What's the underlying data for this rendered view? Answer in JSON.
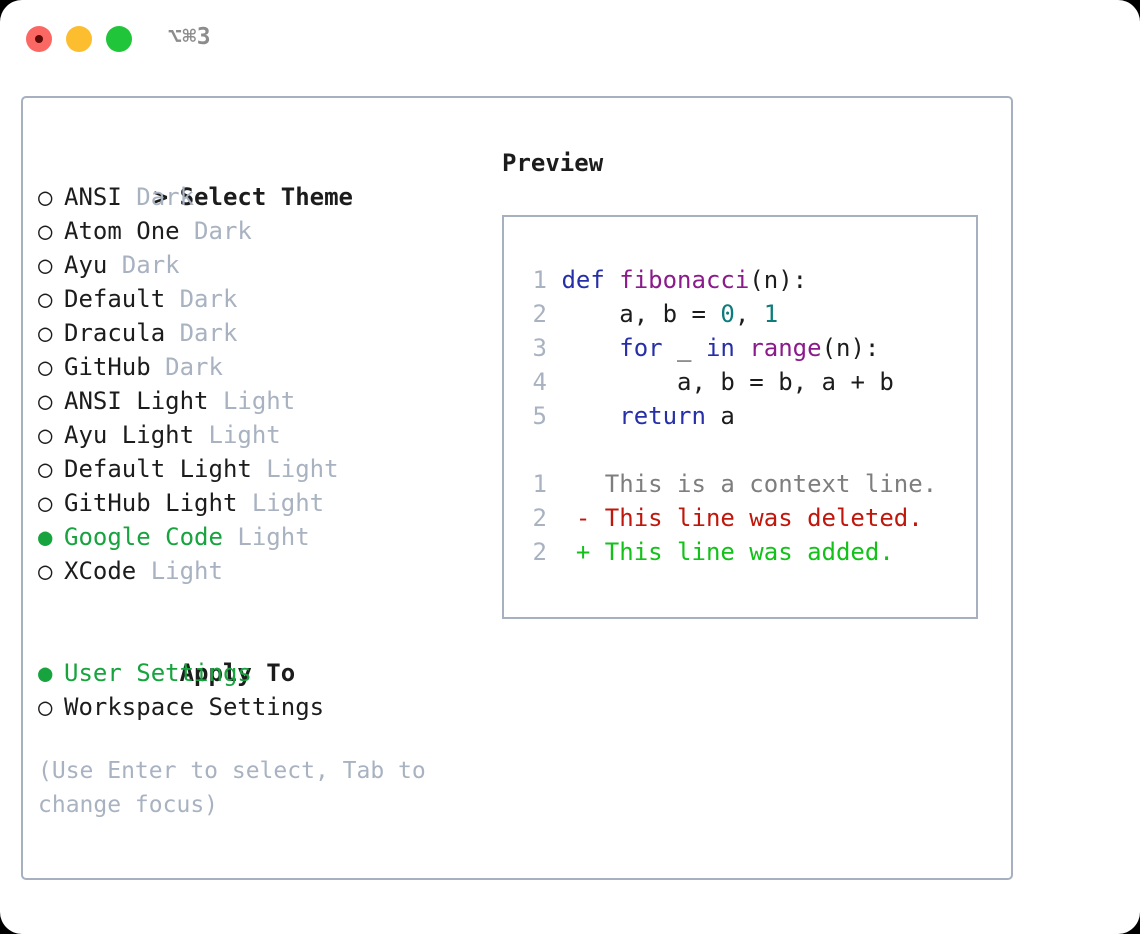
{
  "window": {
    "title": "⌥⌘3",
    "traffic_lights": [
      {
        "name": "close-button",
        "color": "#fb6762"
      },
      {
        "name": "minimize-button",
        "color": "#fcbd2e"
      },
      {
        "name": "maximize-button",
        "color": "#21c53a"
      }
    ]
  },
  "colors": {
    "panel_border": "#a6b0c0",
    "accent_green": "#17a33e",
    "muted": "#a8b2c1",
    "text": "#1c1c1c",
    "keyword": "#262fa8",
    "function": "#8b1a8b",
    "number": "#0e7c7b",
    "diff_context": "#7e7e7e",
    "diff_deleted": "#c0170c",
    "diff_added": "#12c219"
  },
  "theme_section": {
    "prompt": ">",
    "heading": "Select Theme",
    "bullet_selected": "●",
    "bullet_unselected": "○",
    "items": [
      {
        "name": "ANSI",
        "variant": "Dark",
        "selected": false
      },
      {
        "name": "Atom One",
        "variant": "Dark",
        "selected": false
      },
      {
        "name": "Ayu",
        "variant": "Dark",
        "selected": false
      },
      {
        "name": "Default",
        "variant": "Dark",
        "selected": false
      },
      {
        "name": "Dracula",
        "variant": "Dark",
        "selected": false
      },
      {
        "name": "GitHub",
        "variant": "Dark",
        "selected": false
      },
      {
        "name": "ANSI Light",
        "variant": "Light",
        "selected": false
      },
      {
        "name": "Ayu Light",
        "variant": "Light",
        "selected": false
      },
      {
        "name": "Default Light",
        "variant": "Light",
        "selected": false
      },
      {
        "name": "GitHub Light",
        "variant": "Light",
        "selected": false
      },
      {
        "name": "Google Code",
        "variant": "Light",
        "selected": true
      },
      {
        "name": "XCode",
        "variant": "Light",
        "selected": false
      }
    ]
  },
  "apply_to_section": {
    "heading": "Apply To",
    "items": [
      {
        "name": "User Settings",
        "selected": true
      },
      {
        "name": "Workspace Settings",
        "selected": false
      }
    ]
  },
  "hint": "(Use Enter to select, Tab to change focus)",
  "preview": {
    "title": "Preview",
    "code_lines": [
      {
        "num": "1",
        "tokens": [
          {
            "text": "def ",
            "kind": "kw"
          },
          {
            "text": "fibonacci",
            "kind": "fn"
          },
          {
            "text": "(n):",
            "kind": "pln"
          }
        ]
      },
      {
        "num": "2",
        "tokens": [
          {
            "text": "    a, b = ",
            "kind": "pln"
          },
          {
            "text": "0",
            "kind": "num"
          },
          {
            "text": ", ",
            "kind": "pln"
          },
          {
            "text": "1",
            "kind": "num"
          }
        ]
      },
      {
        "num": "3",
        "tokens": [
          {
            "text": "    ",
            "kind": "pln"
          },
          {
            "text": "for",
            "kind": "kw"
          },
          {
            "text": " _ ",
            "kind": "pln"
          },
          {
            "text": "in",
            "kind": "kw"
          },
          {
            "text": " ",
            "kind": "pln"
          },
          {
            "text": "range",
            "kind": "fn"
          },
          {
            "text": "(n):",
            "kind": "pln"
          }
        ]
      },
      {
        "num": "4",
        "tokens": [
          {
            "text": "        a, b = b, a + b",
            "kind": "pln"
          }
        ]
      },
      {
        "num": "5",
        "tokens": [
          {
            "text": "    ",
            "kind": "pln"
          },
          {
            "text": "return",
            "kind": "kw"
          },
          {
            "text": " a",
            "kind": "pln"
          }
        ]
      }
    ],
    "diff_lines": [
      {
        "num": "1",
        "marker": " ",
        "text": "This is a context line.",
        "kind": "ctx"
      },
      {
        "num": "2",
        "marker": "-",
        "text": "This line was deleted.",
        "kind": "del"
      },
      {
        "num": "2",
        "marker": "+",
        "text": "This line was added.",
        "kind": "add"
      }
    ]
  }
}
